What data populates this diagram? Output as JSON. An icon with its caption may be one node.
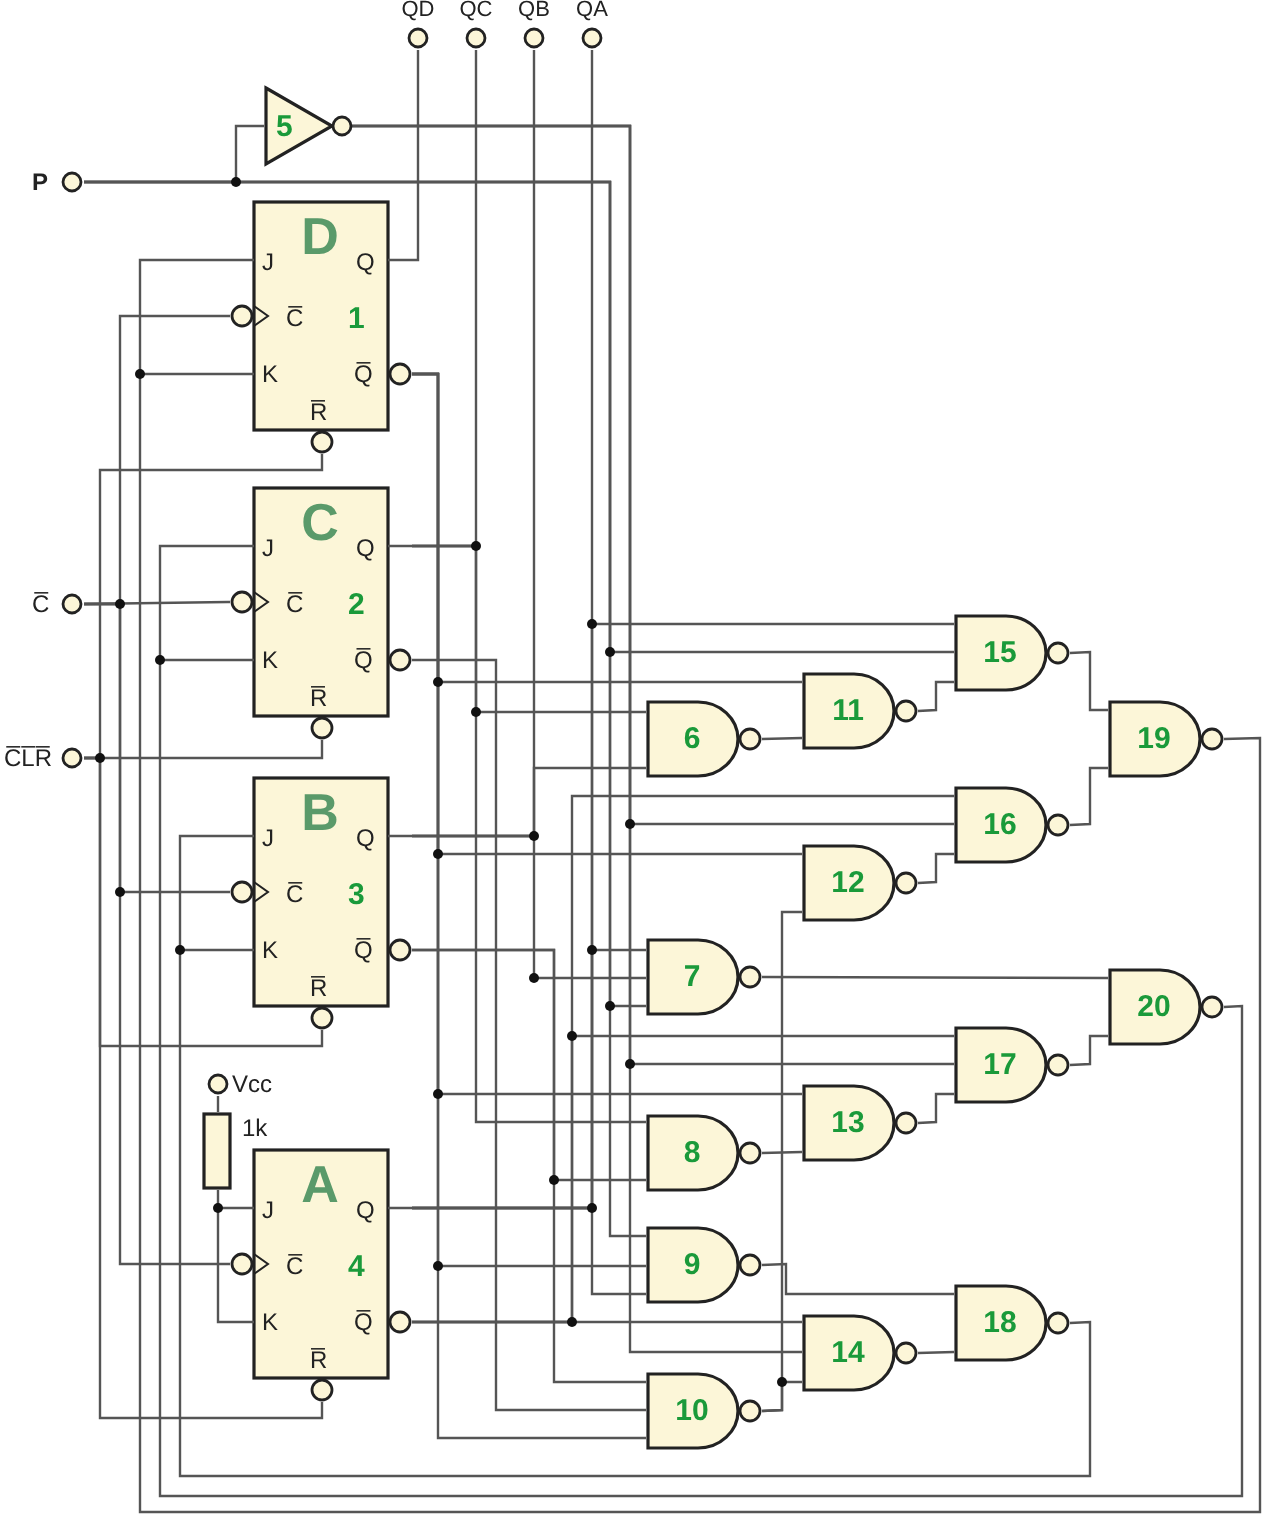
{
  "diagram": {
    "nodes": [
      {
        "text": [
          "P"
        ]
      },
      {
        "text": [
          "QD"
        ]
      },
      {
        "text": [
          "QC"
        ]
      },
      {
        "text": [
          "QB"
        ]
      },
      {
        "text": [
          "QA"
        ]
      },
      {
        "text": [
          "C̅"
        ]
      },
      {
        "text": [
          "C̅L̅R̅"
        ]
      },
      {
        "text": [
          "Vcc"
        ]
      },
      {
        "text": [],
        "shape": "box",
        "beside": [
          "1k"
        ]
      },
      {
        "text": [
          "5"
        ]
      },
      {
        "text": [
          "D",
          "1",
          "J",
          "C̅",
          "K",
          "Q",
          "Q̅",
          "R̅"
        ]
      },
      {
        "text": [
          "C",
          "2",
          "J",
          "C̅",
          "K",
          "Q",
          "Q̅",
          "R̅"
        ]
      },
      {
        "text": [
          "B",
          "3",
          "J",
          "C̅",
          "K",
          "Q",
          "Q̅",
          "R̅"
        ]
      },
      {
        "text": [
          "A",
          "4",
          "J",
          "C̅",
          "K",
          "Q",
          "Q̅",
          "R̅"
        ]
      },
      {
        "text": [
          "6"
        ]
      },
      {
        "text": [
          "7"
        ]
      },
      {
        "text": [
          "8"
        ]
      },
      {
        "text": [
          "9"
        ]
      },
      {
        "text": [
          "10"
        ]
      },
      {
        "text": [
          "11"
        ]
      },
      {
        "text": [
          "12"
        ]
      },
      {
        "text": [
          "13"
        ]
      },
      {
        "text": [
          "14"
        ]
      },
      {
        "text": [
          "15"
        ]
      },
      {
        "text": [
          "16"
        ]
      },
      {
        "text": [
          "17"
        ]
      },
      {
        "text": [
          "18"
        ]
      },
      {
        "text": [
          "19"
        ]
      },
      {
        "text": [
          "20"
        ]
      }
    ],
    "edges": [
      {
        "from": 0,
        "to": 9,
        "arrow": "none"
      },
      {
        "from": 0,
        "to": 23,
        "arrow": "none"
      },
      {
        "from": 0,
        "to": 15,
        "arrow": "none"
      },
      {
        "from": 0,
        "to": 17,
        "arrow": "none"
      },
      {
        "from": 9,
        "to": 24,
        "arrow": "none"
      },
      {
        "from": 9,
        "to": 25,
        "arrow": "none"
      },
      {
        "from": 9,
        "to": 22,
        "arrow": "none"
      },
      {
        "from": 5,
        "to": 10,
        "arrow": "none"
      },
      {
        "from": 5,
        "to": 11,
        "arrow": "none"
      },
      {
        "from": 5,
        "to": 12,
        "arrow": "none"
      },
      {
        "from": 5,
        "to": 13,
        "arrow": "none"
      },
      {
        "from": 6,
        "to": 10,
        "arrow": "none"
      },
      {
        "from": 6,
        "to": 11,
        "arrow": "none"
      },
      {
        "from": 6,
        "to": 12,
        "arrow": "none"
      },
      {
        "from": 6,
        "to": 13,
        "arrow": "none"
      },
      {
        "from": 7,
        "to": 8,
        "arrow": "none"
      },
      {
        "from": 8,
        "to": 13,
        "arrow": "none"
      },
      {
        "from": 10,
        "to": 1,
        "arrow": "none"
      },
      {
        "from": 10,
        "to": 19,
        "arrow": "none"
      },
      {
        "from": 10,
        "to": 20,
        "arrow": "none"
      },
      {
        "from": 10,
        "to": 21,
        "arrow": "none"
      },
      {
        "from": 10,
        "to": 17,
        "arrow": "none"
      },
      {
        "from": 10,
        "to": 18,
        "arrow": "none"
      },
      {
        "from": 11,
        "to": 2,
        "arrow": "none"
      },
      {
        "from": 11,
        "to": 14,
        "arrow": "none"
      },
      {
        "from": 11,
        "to": 16,
        "arrow": "none"
      },
      {
        "from": 11,
        "to": 18,
        "arrow": "none"
      },
      {
        "from": 12,
        "to": 3,
        "arrow": "none"
      },
      {
        "from": 12,
        "to": 14,
        "arrow": "none"
      },
      {
        "from": 12,
        "to": 15,
        "arrow": "none"
      },
      {
        "from": 12,
        "to": 16,
        "arrow": "none"
      },
      {
        "from": 12,
        "to": 18,
        "arrow": "none"
      },
      {
        "from": 13,
        "to": 4,
        "arrow": "none"
      },
      {
        "from": 13,
        "to": 23,
        "arrow": "none"
      },
      {
        "from": 13,
        "to": 15,
        "arrow": "none"
      },
      {
        "from": 13,
        "to": 17,
        "arrow": "none"
      },
      {
        "from": 13,
        "to": 24,
        "arrow": "none"
      },
      {
        "from": 13,
        "to": 25,
        "arrow": "none"
      },
      {
        "from": 13,
        "to": 22,
        "arrow": "none"
      },
      {
        "from": 14,
        "to": 19,
        "arrow": "none"
      },
      {
        "from": 15,
        "to": 28,
        "arrow": "none"
      },
      {
        "from": 16,
        "to": 21,
        "arrow": "none"
      },
      {
        "from": 17,
        "to": 26,
        "arrow": "none"
      },
      {
        "from": 18,
        "to": 20,
        "arrow": "none"
      },
      {
        "from": 18,
        "to": 22,
        "arrow": "none"
      },
      {
        "from": 19,
        "to": 23,
        "arrow": "none"
      },
      {
        "from": 20,
        "to": 24,
        "arrow": "none"
      },
      {
        "from": 21,
        "to": 25,
        "arrow": "none"
      },
      {
        "from": 22,
        "to": 26,
        "arrow": "none"
      },
      {
        "from": 23,
        "to": 27,
        "arrow": "none"
      },
      {
        "from": 24,
        "to": 27,
        "arrow": "none"
      },
      {
        "from": 25,
        "to": 28,
        "arrow": "none"
      },
      {
        "from": 26,
        "to": 12,
        "arrow": "none"
      },
      {
        "from": 28,
        "to": 11,
        "arrow": "none"
      },
      {
        "from": 27,
        "to": 10,
        "arrow": "none"
      }
    ]
  }
}
